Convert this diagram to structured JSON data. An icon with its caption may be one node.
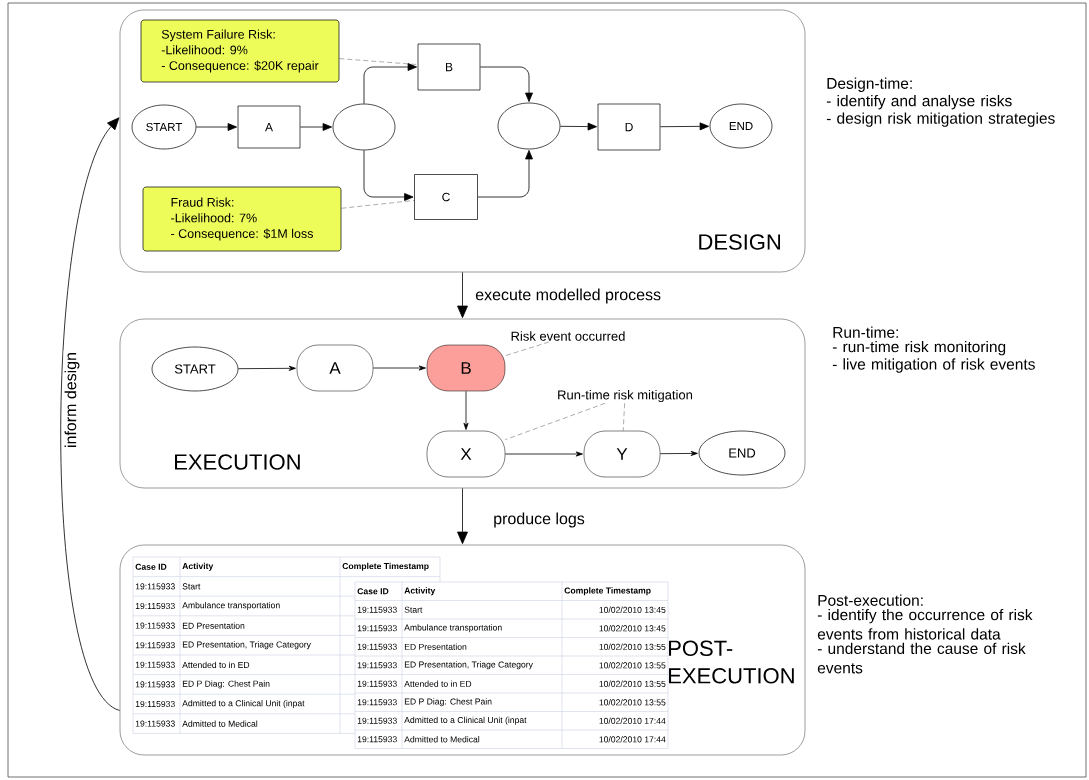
{
  "diagram": {
    "nodes": [
      {
        "text": [
          "DESIGN"
        ],
        "beside": [
          "Design-time:",
          "- identify and analyse risks",
          "- design risk mitigation strategies"
        ]
      },
      {
        "text": [
          "System Failure Risk:",
          "-Likelihood: 9%",
          "- Consequence: $20K repair"
        ],
        "in": 0
      },
      {
        "text": [
          "Fraud Risk:",
          "-Likelihood: 7%",
          "- Consequence: $1M loss"
        ],
        "in": 0
      },
      {
        "text": [
          "START"
        ],
        "in": 0
      },
      {
        "text": [
          "A"
        ],
        "in": 0
      },
      {
        "text": [],
        "shape": "ellipse",
        "in": 0
      },
      {
        "text": [
          "B"
        ],
        "in": 0
      },
      {
        "text": [
          "C"
        ],
        "in": 0
      },
      {
        "text": [],
        "shape": "ellipse",
        "in": 0
      },
      {
        "text": [
          "D"
        ],
        "in": 0
      },
      {
        "text": [
          "END"
        ],
        "in": 0
      },
      {
        "text": [
          "EXECUTION"
        ],
        "beside": [
          "Run-time:",
          "- run-time risk monitoring",
          "- live mitigation of risk events"
        ]
      },
      {
        "text": [
          "START"
        ],
        "in": 11
      },
      {
        "text": [
          "A"
        ],
        "in": 11
      },
      {
        "text": [
          "B"
        ],
        "in": 11
      },
      {
        "text": [
          "Risk event occurred"
        ],
        "in": 11
      },
      {
        "text": [
          "X"
        ],
        "in": 11
      },
      {
        "text": [
          "Y"
        ],
        "in": 11
      },
      {
        "text": [
          "END"
        ],
        "in": 11
      },
      {
        "text": [
          "Run-time risk mitigation"
        ],
        "in": 11
      },
      {
        "text": [
          "POST- EXECUTION"
        ],
        "beside": [
          "Post-execution:",
          "- identify the occurrence of risk events from historical data",
          "- understand the cause of risk events"
        ]
      }
    ],
    "edges": [
      {
        "from": 3,
        "to": 4,
        "arrow": "to"
      },
      {
        "from": 4,
        "to": 5,
        "arrow": "to"
      },
      {
        "from": 5,
        "to": 6,
        "arrow": "to"
      },
      {
        "from": 5,
        "to": 7,
        "arrow": "to"
      },
      {
        "from": 6,
        "to": 8,
        "arrow": "to"
      },
      {
        "from": 7,
        "to": 8,
        "arrow": "to"
      },
      {
        "from": 8,
        "to": 9,
        "arrow": "to"
      },
      {
        "from": 9,
        "to": 10,
        "arrow": "to"
      },
      {
        "from": 1,
        "to": 6,
        "arrow": "none",
        "style": "dashed"
      },
      {
        "from": 2,
        "to": 7,
        "arrow": "none",
        "style": "dashed"
      },
      {
        "from": 0,
        "to": 11,
        "arrow": "to",
        "label": "execute modelled process"
      },
      {
        "from": 12,
        "to": 13,
        "arrow": "to"
      },
      {
        "from": 13,
        "to": 14,
        "arrow": "to"
      },
      {
        "from": 14,
        "to": 16,
        "arrow": "to"
      },
      {
        "from": 16,
        "to": 17,
        "arrow": "to"
      },
      {
        "from": 17,
        "to": 18,
        "arrow": "to"
      },
      {
        "from": 15,
        "to": 14,
        "arrow": "none",
        "style": "dashed"
      },
      {
        "from": 19,
        "to": 16,
        "arrow": "none",
        "style": "dashed"
      },
      {
        "from": 19,
        "to": 17,
        "arrow": "none",
        "style": "dashed"
      },
      {
        "from": 11,
        "to": 20,
        "arrow": "to",
        "label": "produce logs"
      },
      {
        "from": 20,
        "to": 0,
        "arrow": "to",
        "label": "inform design"
      }
    ],
    "labels": [
      "Case ID",
      "Activity",
      "Complete Timestamp",
      "19:115933",
      "Start",
      "19:115933",
      "Ambulance transportation",
      "19:115933",
      "ED Presentation",
      "19:115933",
      "ED Presentation, Triage Category",
      "19:115933",
      "Attended to in ED",
      "19:115933",
      "ED P Diag: Chest Pain",
      "19:115933",
      "Admitted to a Clinical Unit (inpat",
      "19:115933",
      "Admitted to Medical",
      "Case ID",
      "Activity",
      "Complete Timestamp",
      "19:115933",
      "Start",
      "10/02/2010 13:45",
      "19:115933",
      "Ambulance transportation",
      "10/02/2010 13:45",
      "19:115933",
      "ED Presentation",
      "10/02/2010 13:55",
      "19:115933",
      "ED Presentation, Triage Category",
      "10/02/2010 13:55",
      "19:115933",
      "Attended to in ED",
      "10/02/2010 13:55",
      "19:115933",
      "ED P Diag: Chest Pain",
      "10/02/2010 13:55",
      "19:115933",
      "Admitted to a Clinical Unit (inpat",
      "10/02/2010 17:44",
      "19:115933",
      "Admitted to Medical",
      "10/02/2010 17:44"
    ]
  }
}
